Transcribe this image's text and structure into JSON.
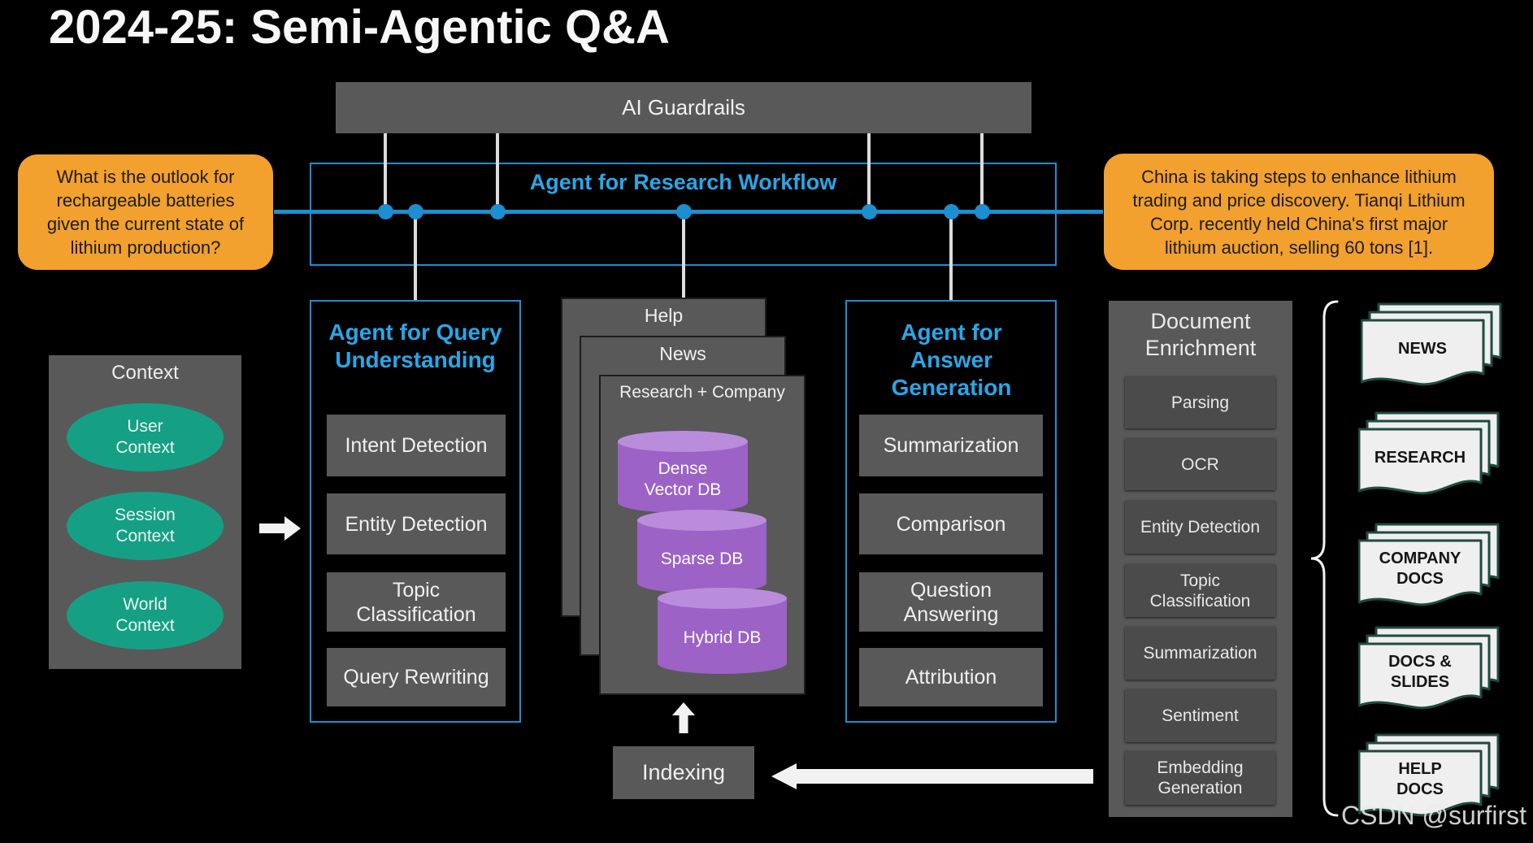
{
  "title": "2024-25: Semi-Agentic Q&A",
  "guardrails": "AI Guardrails",
  "research_workflow": "Agent for Research Workflow",
  "question": "What is the outlook for rechargeable batteries given the current state of lithium production?",
  "answer": "China is taking steps to enhance lithium trading and price discovery. Tianqi Lithium Corp. recently held China's first major lithium auction, selling 60 tons [1].",
  "context": {
    "title": "Context",
    "items": [
      "User Context",
      "Session Context",
      "World Context"
    ]
  },
  "query_agent": {
    "title": "Agent for Query Understanding",
    "steps": [
      "Intent Detection",
      "Entity Detection",
      "Topic Classification",
      "Query Rewriting"
    ]
  },
  "sources": {
    "pages": [
      "Help",
      "News",
      "Research + Company"
    ],
    "databases": [
      "Dense Vector DB",
      "Sparse DB",
      "Hybrid DB"
    ]
  },
  "indexing": "Indexing",
  "answer_agent": {
    "title": "Agent for Answer Generation",
    "steps": [
      "Summarization",
      "Comparison",
      "Question Answering",
      "Attribution"
    ]
  },
  "enrichment": {
    "title": "Document Enrichment",
    "steps": [
      "Parsing",
      "OCR",
      "Entity Detection",
      "Topic Classification",
      "Summarization",
      "Sentiment",
      "Embedding Generation"
    ]
  },
  "document_types": [
    "NEWS",
    "RESEARCH",
    "COMPANY\nDOCS",
    "DOCS &\nSLIDES",
    "HELP\nDOCS"
  ],
  "watermark": "CSDN @surfirst",
  "colors": {
    "background": "#000000",
    "panel": "#595959",
    "panel_dark": "#4b4b4b",
    "accent_blue": "#1b8fd0",
    "title_blue": "#2aa6e6",
    "bubble_orange": "#f2a02e",
    "context_teal": "#15a085",
    "db_purple": "#9c62c6",
    "db_purple_top": "#b98ddb"
  }
}
